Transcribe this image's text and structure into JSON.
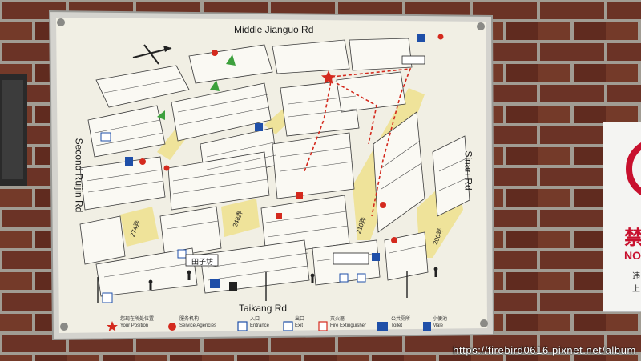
{
  "map": {
    "roads": {
      "north": "Middle Jianguo Rd",
      "south": "Taikang Rd",
      "west": "Second Ruijin Rd",
      "east": "Sinan Rd"
    },
    "lanes": [
      "210弄",
      "248弄",
      "274弄",
      "200弄"
    ],
    "places": [
      "田子坊"
    ]
  },
  "legend": [
    {
      "icon": "star-icon",
      "zh": "您现在所处位置",
      "en": "Your Position",
      "color": "#d42a1e"
    },
    {
      "icon": "red-dot-icon",
      "zh": "服务机构",
      "en": "Service Agencies",
      "color": "#d42a1e"
    },
    {
      "icon": "entrance-icon",
      "zh": "入口",
      "en": "Entrance",
      "color": "#1f4fa8"
    },
    {
      "icon": "exit-icon",
      "zh": "出口",
      "en": "Exit",
      "color": "#1f4fa8"
    },
    {
      "icon": "fire-extinguisher-icon",
      "zh": "灭火器",
      "en": "Fire Extinguisher",
      "color": "#d42a1e"
    },
    {
      "icon": "toilet-icon",
      "zh": "公共厕所",
      "en": "Toilet",
      "color": "#1f4fa8"
    },
    {
      "icon": "male-icon",
      "zh": "小便池",
      "en": "Male",
      "color": "#1f4fa8"
    }
  ],
  "sign": {
    "line1": "禁",
    "line2": "NO",
    "line3": "违\n上"
  },
  "watermark": "https://firebird0616.pixnet.net/album",
  "colors": {
    "board": "#f1efe4",
    "lane_fill": "#efe39a",
    "route": "#d42a1e",
    "wall": "#6b3a2c",
    "frame": "#cfcfcb"
  }
}
